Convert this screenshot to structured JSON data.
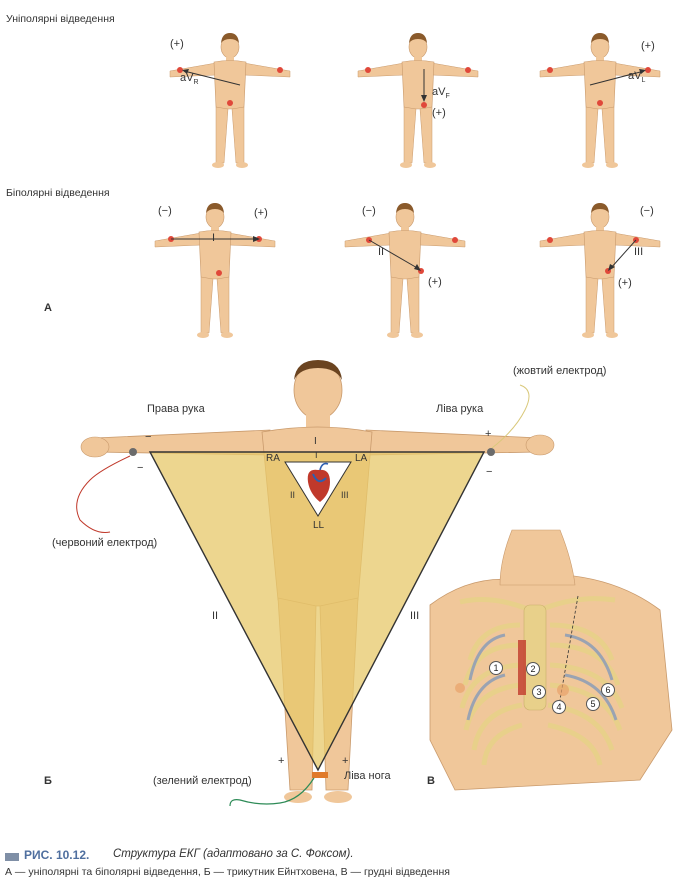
{
  "section_labels": {
    "unipolar": "Уніполярні відведення",
    "bipolar": "Біполярні відведення",
    "panel_a": "А",
    "panel_b": "Б",
    "panel_c": "В"
  },
  "unipolar_figures": [
    {
      "plus": "(+)",
      "lead_main": "aV",
      "lead_sub": "R"
    },
    {
      "plus": "(+)",
      "lead_main": "aV",
      "lead_sub": "F"
    },
    {
      "plus": "(+)",
      "lead_main": "aV",
      "lead_sub": "L"
    }
  ],
  "bipolar_figures": [
    {
      "minus": "(−)",
      "plus": "(+)",
      "lead": "I"
    },
    {
      "minus": "(−)",
      "plus": "(+)",
      "lead": "II"
    },
    {
      "minus": "(−)",
      "plus": "(+)",
      "lead": "III"
    }
  ],
  "einthoven": {
    "right_arm": "Права рука",
    "left_arm": "Ліва рука",
    "left_leg": "Ліва нога",
    "yellow_electrode": "(жовтий електрод)",
    "red_electrode": "(червоний електрод)",
    "green_electrode": "(зелений електрод)",
    "ra": "RA",
    "la": "LA",
    "ll": "LL",
    "lead_i": "I",
    "lead_ii": "II",
    "lead_iii": "III",
    "plus": "+",
    "minus": "−"
  },
  "chest_leads": [
    "1",
    "2",
    "3",
    "4",
    "5",
    "6"
  ],
  "caption": {
    "number": "РИС. 10.12.",
    "title": "Структура ЕКГ (адаптовано за С. Фоксом).",
    "subtitle": "А — уніполярні та біполярні відведення, Б — трикутник Ейнтховена, В — грудні відведення"
  },
  "colors": {
    "skin": "#f0c79a",
    "skin_shadow": "#d9a877",
    "electrode": "#e0483a",
    "triangle": "#e7c86a",
    "ribs": "#e8d08a",
    "caption_blue": "#4f6f9f"
  }
}
